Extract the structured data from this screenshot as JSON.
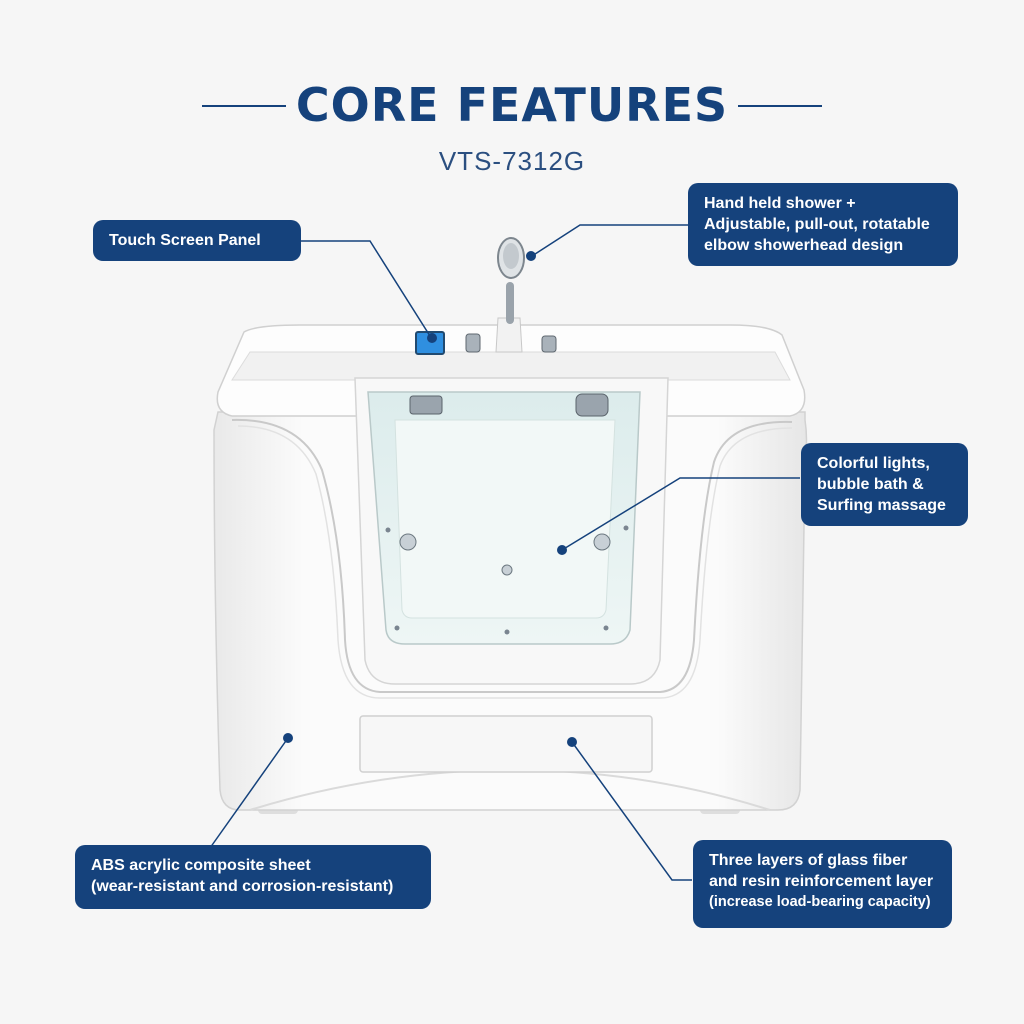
{
  "header": {
    "title": "CORE FEATURES",
    "model": "VTS-7312G"
  },
  "callouts": {
    "touch_screen": [
      "Touch Screen Panel"
    ],
    "shower": [
      "Hand held shower +",
      "Adjustable, pull-out, rotatable",
      "elbow showerhead design"
    ],
    "lights": [
      "Colorful lights,",
      "bubble bath &",
      "Surfing massage"
    ],
    "abs": [
      "ABS acrylic composite sheet",
      "(wear-resistant and corrosion-resistant)"
    ],
    "glass": [
      "Three layers of glass fiber",
      "and resin reinforcement layer",
      "(increase load-bearing capacity)"
    ]
  },
  "colors": {
    "brand": "#15427c",
    "touch_screen": "#2f8fe0"
  }
}
